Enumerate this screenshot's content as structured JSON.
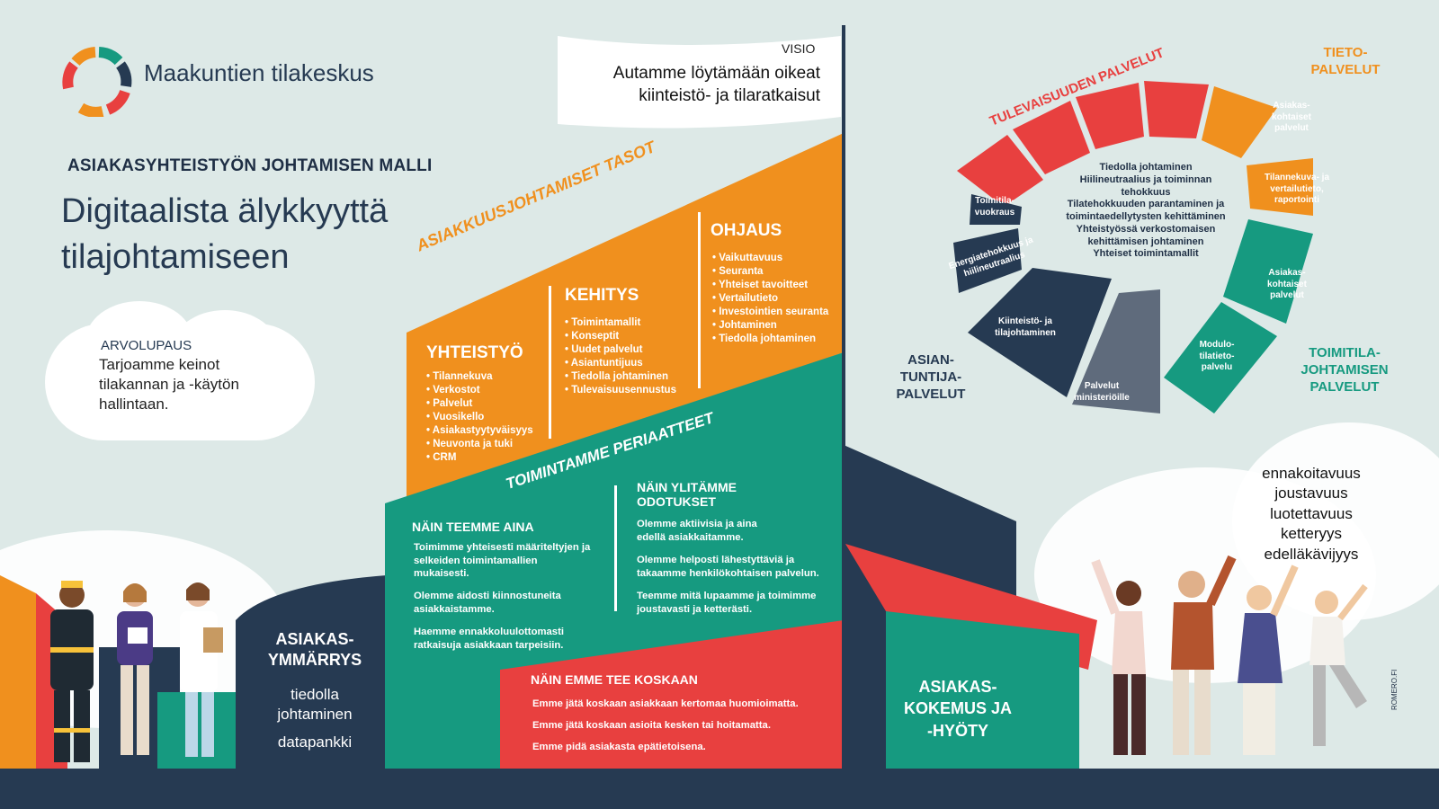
{
  "brand": {
    "name": "Maakuntien tilakeskus"
  },
  "header": {
    "subtitle": "ASIAKASYHTEISTYÖN JOHTAMISEN MALLI",
    "title": "Digitaalista älykkyyttä tilajohtamiseen"
  },
  "arvolupaus": {
    "heading": "ARVOLUPAUS",
    "text": "Tarjoamme keinot tilakannan ja -käytön hallintaan."
  },
  "visio": {
    "heading": "VISIO",
    "text": "Autamme löytämään oikeat kiinteistö- ja tilaratkaisut"
  },
  "levels": {
    "banner": "ASIAKKUUSJOHTAMISET TASOT",
    "yhteistyo": {
      "title": "YHTEISTYÖ",
      "items": [
        "Tilannekuva",
        "Verkostot",
        "Palvelut",
        "Vuosikello",
        "Asiakastyytyväisyys",
        "Neuvonta ja tuki",
        "CRM"
      ]
    },
    "kehitys": {
      "title": "KEHITYS",
      "items": [
        "Toimintamallit",
        "Konseptit",
        "Uudet palvelut",
        "Asiantuntijuus",
        "Tiedolla johtaminen",
        "Tulevaisuusennustus"
      ]
    },
    "ohjaus": {
      "title": "OHJAUS",
      "items": [
        "Vaikuttavuus",
        "Seuranta",
        "Yhteiset tavoitteet",
        "Vertailutieto",
        "Investointien seuranta",
        "Johtaminen",
        "Tiedolla johtaminen"
      ]
    }
  },
  "principles": {
    "banner": "TOIMINTAMME PERIAATTEET",
    "aina": {
      "title": "NÄIN TEEMME AINA",
      "paras": [
        "Toimimme yhteisesti määriteltyjen ja selkeiden toimintamallien mukaisesti.",
        "Olemme aidosti kiinnostuneita asiakkaistamme.",
        "Haemme ennakkoluulottomasti ratkaisuja asiakkaan tarpeisiin."
      ]
    },
    "ylitamme": {
      "title": "NÄIN YLITÄMME ODOTUKSET",
      "paras": [
        "Olemme aktiivisia ja aina edellä asiakkaitamme.",
        "Olemme helposti lähestyttäviä ja takaamme henkilökohtaisen palvelun.",
        "Teemme mitä lupaamme ja toimimme joustavasti ja ketterästi."
      ]
    },
    "koskaan": {
      "title": "NÄIN EMME TEE KOSKAAN",
      "paras": [
        "Emme jätä koskaan asiakkaan kertomaa huomioimatta.",
        "Emme jätä koskaan asioita kesken tai hoitamatta.",
        "Emme pidä asiakasta epätietoisena."
      ]
    }
  },
  "ymmarrys": {
    "title": "ASIAKAS-YMMÄRRYS",
    "line1": "tiedolla johtaminen",
    "line2": "datapankki"
  },
  "kokemus": {
    "title": "ASIAKAS-KOKEMUS JA -HYÖTY"
  },
  "values": [
    "ennakoitavuus",
    "joustavuus",
    "luotettavuus",
    "ketteryys",
    "edelläkävijyys"
  ],
  "wheel": {
    "center": [
      "Tiedolla johtaminen",
      "Hiilineutraalius ja toiminnan tehokkuus",
      "Tilatehokkuuden parantaminen ja toimintaedellytysten kehittäminen",
      "Yhteistyössä verkostomaisen kehittämisen johtaminen",
      "Yhteiset toimintamallit"
    ],
    "categories": {
      "tulevaisuus": "TULEVAISUUDEN PALVELUT",
      "tieto": "TIETO-PALVELUT",
      "toimitila": "TOIMITILA-JOHTAMISEN PALVELUT",
      "asiantuntija": "ASIAN-TUNTIJA-PALVELUT"
    },
    "segments": {
      "asiakaskohtaiset1": "Asiakas-kohtaiset palvelut",
      "tilannekuva": "Tilannekuva- ja vertailutieto, raportointi",
      "asiakaskohtaiset2": "Asiakas-kohtaiset palvelut",
      "modulo": "Modulo-tilatieto-palvelu",
      "ministeriot": "Palvelut ministeriöille",
      "kiinteisto": "Kiinteistö- ja tilajohtaminen",
      "energia": "Energiatehokkuus ja hiilineutraalius",
      "vuokraus": "Toimitila-vuokraus"
    }
  },
  "credit": "ROMERO.FI",
  "colors": {
    "orange": "#f0901e",
    "teal": "#169a80",
    "red": "#e8403f",
    "navy": "#263a52",
    "grey": "#5f6b7c",
    "bg": "#dde9e7"
  }
}
